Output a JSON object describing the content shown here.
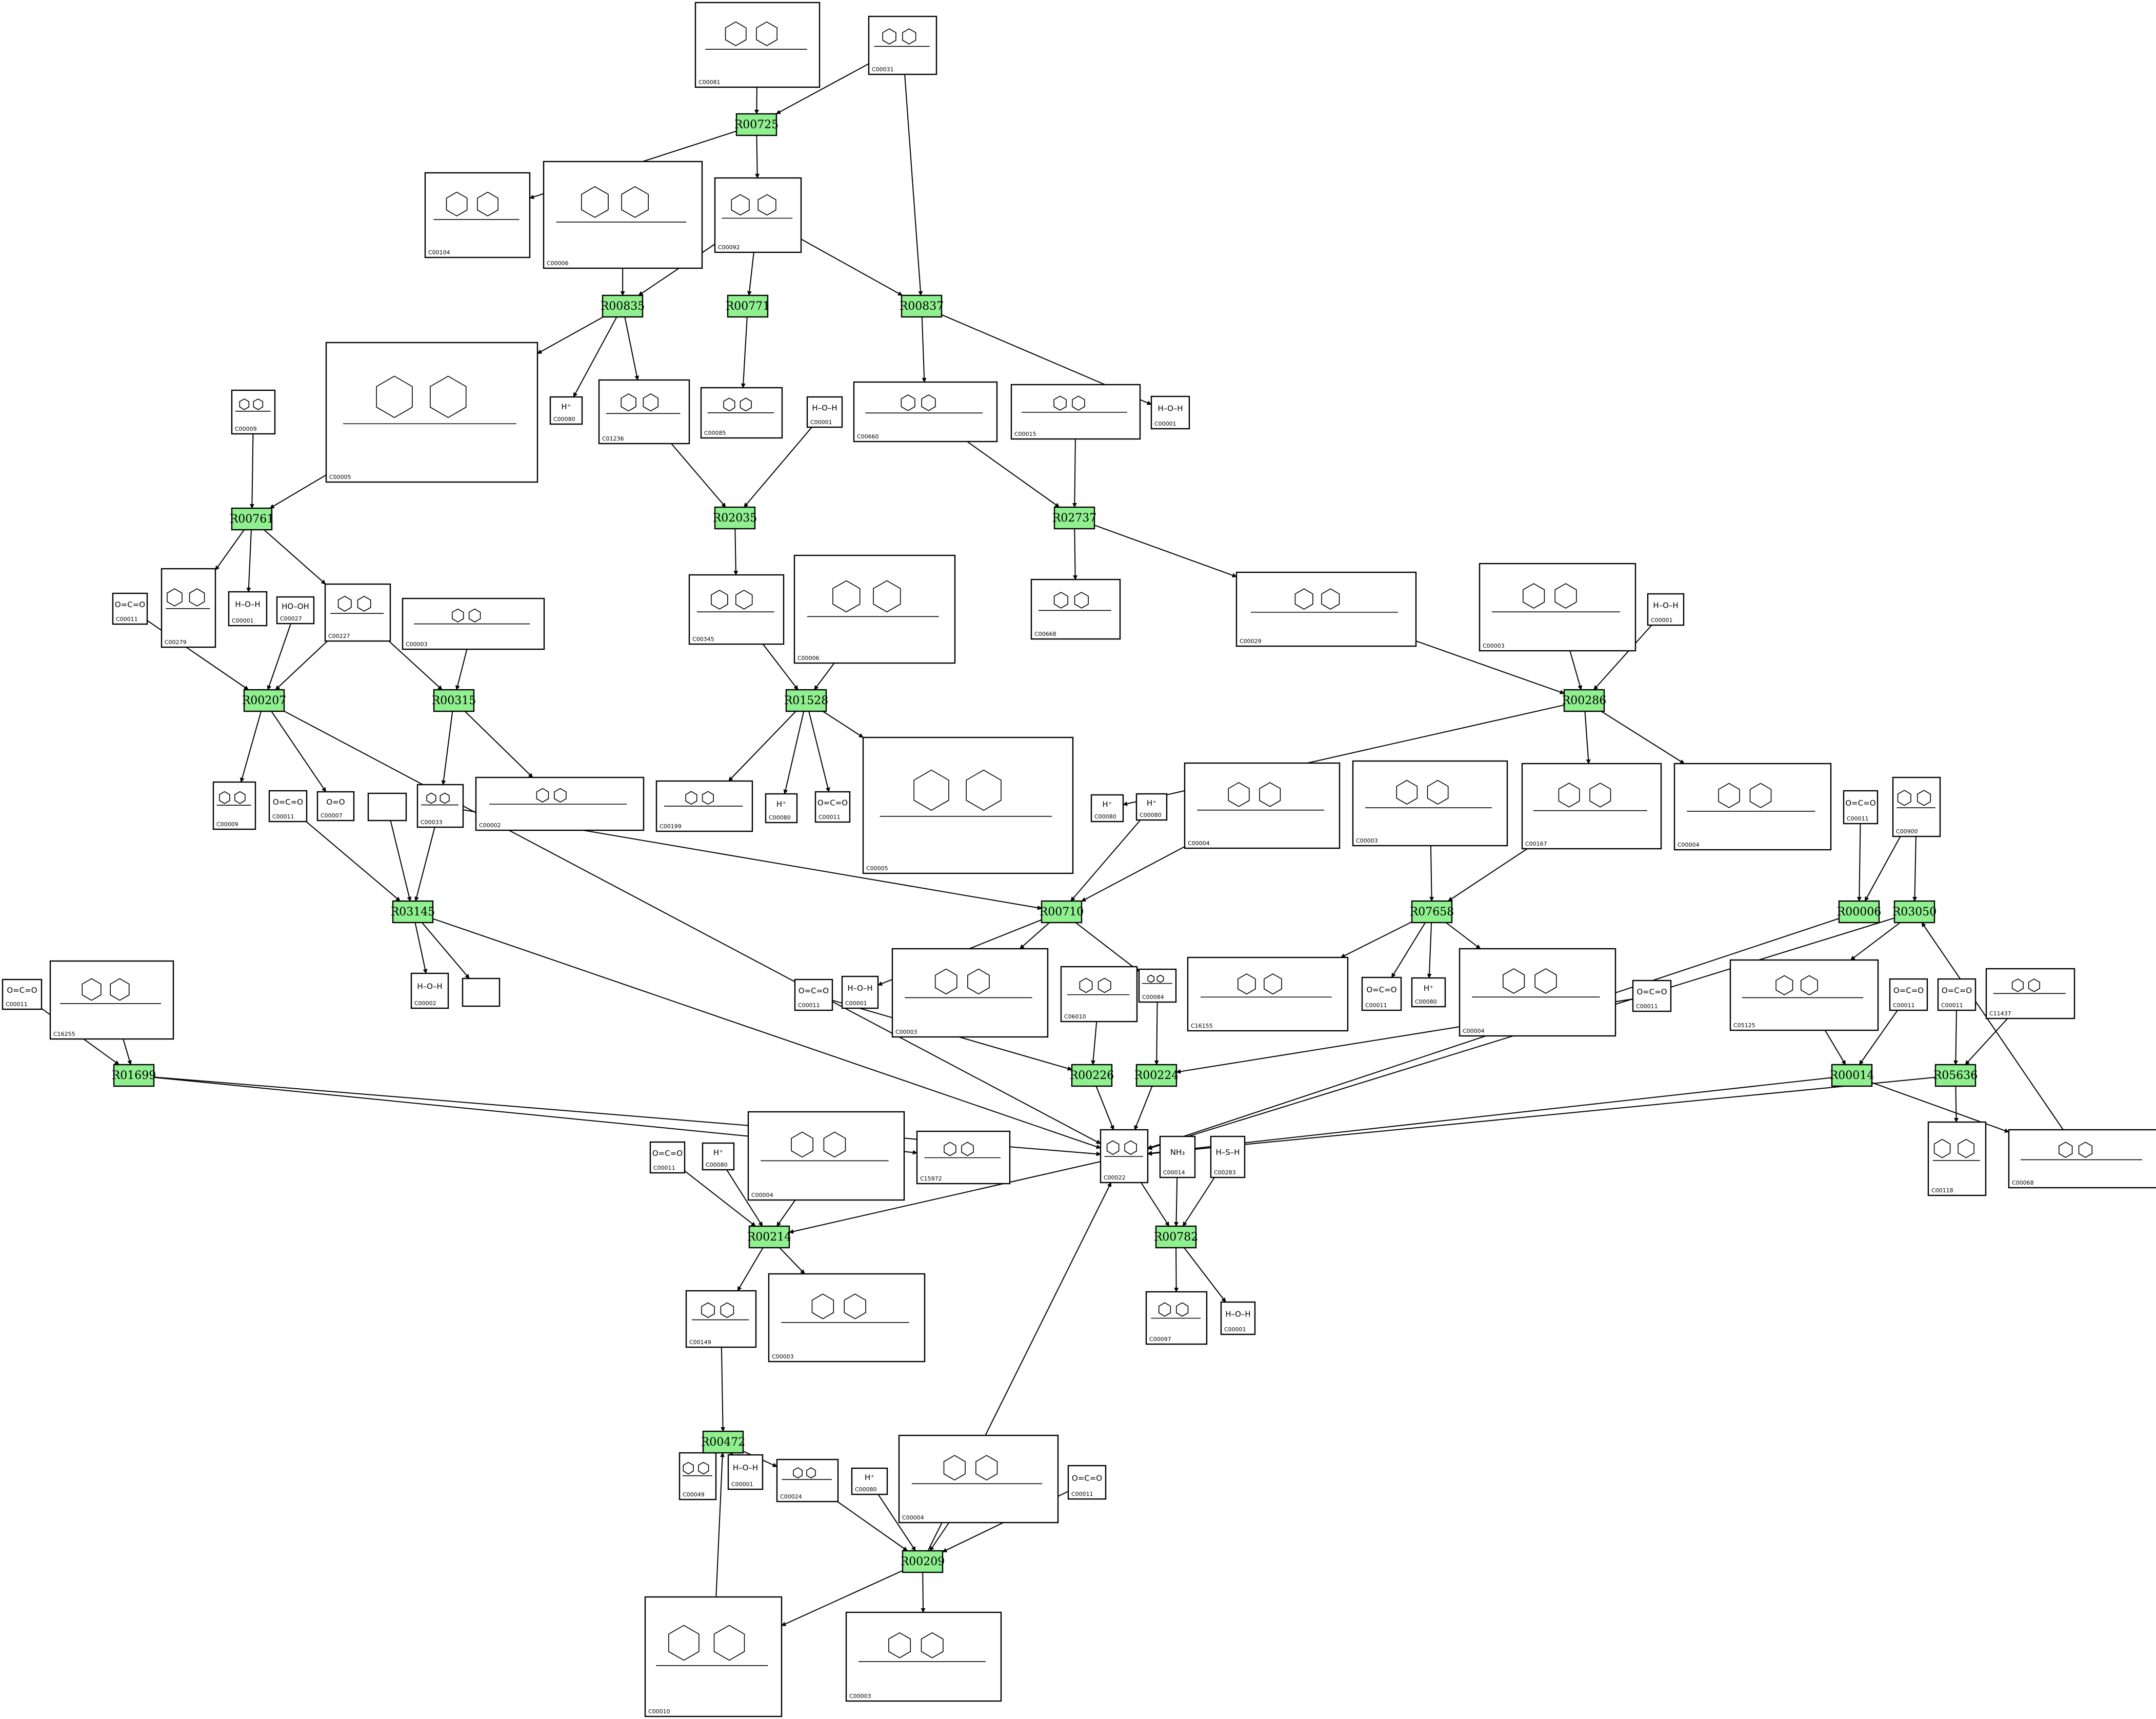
{
  "diagram": {
    "edge_color": "#000000",
    "reaction_fill": "#90f090",
    "reactions": [
      {
        "id": "R00725",
        "label": "R00725"
      },
      {
        "id": "R00835",
        "label": "R00835"
      },
      {
        "id": "R00771",
        "label": "R00771"
      },
      {
        "id": "R00837",
        "label": "R00837"
      },
      {
        "id": "R00761",
        "label": "R00761"
      },
      {
        "id": "R02035",
        "label": "R02035"
      },
      {
        "id": "R02737",
        "label": "R02737"
      },
      {
        "id": "R00207",
        "label": "R00207"
      },
      {
        "id": "R00315",
        "label": "R00315"
      },
      {
        "id": "R01528",
        "label": "R01528"
      },
      {
        "id": "R00286",
        "label": "R00286"
      },
      {
        "id": "R03145",
        "label": "R03145"
      },
      {
        "id": "R00710",
        "label": "R00710"
      },
      {
        "id": "R07658",
        "label": "R07658"
      },
      {
        "id": "R00006",
        "label": "R00006"
      },
      {
        "id": "R03050",
        "label": "R03050"
      },
      {
        "id": "R01699",
        "label": "R01699"
      },
      {
        "id": "R00226",
        "label": "R00226"
      },
      {
        "id": "R00224",
        "label": "R00224"
      },
      {
        "id": "R00014",
        "label": "R00014"
      },
      {
        "id": "R05636",
        "label": "R05636"
      },
      {
        "id": "R00214",
        "label": "R00214"
      },
      {
        "id": "R00782",
        "label": "R00782"
      },
      {
        "id": "R00472",
        "label": "R00472"
      },
      {
        "id": "R00209",
        "label": "R00209"
      }
    ],
    "compounds": [
      {
        "id": "n1",
        "label": "C00081"
      },
      {
        "id": "n2",
        "label": "C00031"
      },
      {
        "id": "n3",
        "label": "C00104"
      },
      {
        "id": "n4",
        "label": "C00006"
      },
      {
        "id": "n5",
        "label": "C00092"
      },
      {
        "id": "n6",
        "label": "C00005"
      },
      {
        "id": "n7",
        "label": "C00080"
      },
      {
        "id": "n8",
        "label": "C01236"
      },
      {
        "id": "n9",
        "label": "C00085"
      },
      {
        "id": "n10",
        "label": "C00001"
      },
      {
        "id": "n11",
        "label": "C00660"
      },
      {
        "id": "n12",
        "label": "C00015"
      },
      {
        "id": "n13",
        "label": "C00001"
      },
      {
        "id": "n14",
        "label": "C00009"
      },
      {
        "id": "n15",
        "label": "C00279"
      },
      {
        "id": "n16",
        "label": "C00001"
      },
      {
        "id": "n17",
        "label": "C00011"
      },
      {
        "id": "n18",
        "label": "C00027"
      },
      {
        "id": "n19",
        "label": "C00227"
      },
      {
        "id": "n20",
        "label": "C00003"
      },
      {
        "id": "n21",
        "label": "C00345"
      },
      {
        "id": "n22",
        "label": "C00006"
      },
      {
        "id": "n23",
        "label": "C00668"
      },
      {
        "id": "n24",
        "label": "C00029"
      },
      {
        "id": "n25",
        "label": "C00003"
      },
      {
        "id": "n26",
        "label": "C00001"
      },
      {
        "id": "n27",
        "label": "C00009"
      },
      {
        "id": "n28",
        "label": "C00011"
      },
      {
        "id": "n29",
        "label": "C00007"
      },
      {
        "id": "n30",
        "label": ""
      },
      {
        "id": "n31",
        "label": "C00033"
      },
      {
        "id": "n32",
        "label": "C00002"
      },
      {
        "id": "n33",
        "label": "C00199"
      },
      {
        "id": "n34",
        "label": "C00080"
      },
      {
        "id": "n35",
        "label": "C00011"
      },
      {
        "id": "n36",
        "label": "C00005"
      },
      {
        "id": "n37",
        "label": "C00080"
      },
      {
        "id": "n38",
        "label": "C00080"
      },
      {
        "id": "n39",
        "label": "C00004"
      },
      {
        "id": "n40",
        "label": "C00003"
      },
      {
        "id": "n41",
        "label": "C00167"
      },
      {
        "id": "n42",
        "label": "C00004"
      },
      {
        "id": "n43",
        "label": "C00011"
      },
      {
        "id": "n44",
        "label": "C00900"
      },
      {
        "id": "n45",
        "label": "C00011"
      },
      {
        "id": "n46",
        "label": "C16255"
      },
      {
        "id": "n47",
        "label": "C00002"
      },
      {
        "id": "n48",
        "label": ""
      },
      {
        "id": "n49",
        "label": "C00011"
      },
      {
        "id": "n50",
        "label": "C00001"
      },
      {
        "id": "n51",
        "label": "C00003"
      },
      {
        "id": "n52",
        "label": "C06010"
      },
      {
        "id": "n53",
        "label": "C00084"
      },
      {
        "id": "n54",
        "label": "C16155"
      },
      {
        "id": "n55",
        "label": "C00011"
      },
      {
        "id": "n56",
        "label": "C00080"
      },
      {
        "id": "n57",
        "label": "C00004"
      },
      {
        "id": "n58",
        "label": "C00011"
      },
      {
        "id": "n59",
        "label": "C05125"
      },
      {
        "id": "n60",
        "label": "C00011"
      },
      {
        "id": "n61",
        "label": "C00011"
      },
      {
        "id": "n62",
        "label": "C11437"
      },
      {
        "id": "n63",
        "label": "C15972"
      },
      {
        "id": "n64",
        "label": "C00022"
      },
      {
        "id": "n65",
        "label": "C00014"
      },
      {
        "id": "n66",
        "label": "C00283"
      },
      {
        "id": "n67",
        "label": "C00118"
      },
      {
        "id": "n68",
        "label": "C00068"
      },
      {
        "id": "n69",
        "label": "C00011"
      },
      {
        "id": "n70",
        "label": "C00080"
      },
      {
        "id": "n71",
        "label": "C00004"
      },
      {
        "id": "n72",
        "label": "C00149"
      },
      {
        "id": "n73",
        "label": "C00003"
      },
      {
        "id": "n74",
        "label": "C00097"
      },
      {
        "id": "n75",
        "label": "C00001"
      },
      {
        "id": "n76",
        "label": "C00049"
      },
      {
        "id": "n77",
        "label": "C00001"
      },
      {
        "id": "n78",
        "label": "C00024"
      },
      {
        "id": "n79",
        "label": "C00080"
      },
      {
        "id": "n80",
        "label": "C00004"
      },
      {
        "id": "n81",
        "label": "C00011"
      },
      {
        "id": "n82",
        "label": "C00010"
      },
      {
        "id": "n83",
        "label": "C00003"
      }
    ]
  }
}
